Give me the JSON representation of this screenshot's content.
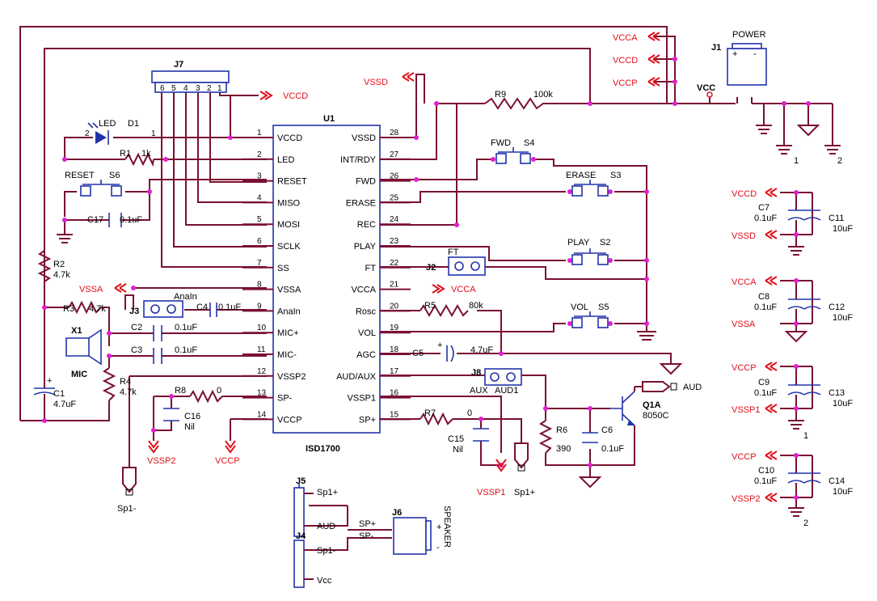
{
  "ic": {
    "ref": "U1",
    "part": "ISD1700",
    "left_pins": [
      {
        "num": "1",
        "name": "VCCD"
      },
      {
        "num": "2",
        "name": "LED"
      },
      {
        "num": "3",
        "name": "RESET"
      },
      {
        "num": "4",
        "name": "MISO"
      },
      {
        "num": "5",
        "name": "MOSI"
      },
      {
        "num": "6",
        "name": "SCLK"
      },
      {
        "num": "7",
        "name": "SS"
      },
      {
        "num": "8",
        "name": "VSSA"
      },
      {
        "num": "9",
        "name": "AnaIn"
      },
      {
        "num": "10",
        "name": "MIC+"
      },
      {
        "num": "11",
        "name": "MIC-"
      },
      {
        "num": "12",
        "name": "VSSP2"
      },
      {
        "num": "13",
        "name": "SP-"
      },
      {
        "num": "14",
        "name": "VCCP"
      }
    ],
    "right_pins": [
      {
        "num": "28",
        "name": "VSSD"
      },
      {
        "num": "27",
        "name": "INT/RDY"
      },
      {
        "num": "26",
        "name": "FWD"
      },
      {
        "num": "25",
        "name": "ERASE"
      },
      {
        "num": "24",
        "name": "REC"
      },
      {
        "num": "23",
        "name": "PLAY"
      },
      {
        "num": "22",
        "name": "FT"
      },
      {
        "num": "21",
        "name": "VCCA"
      },
      {
        "num": "20",
        "name": "Rosc"
      },
      {
        "num": "19",
        "name": "VOL"
      },
      {
        "num": "18",
        "name": "AGC"
      },
      {
        "num": "17",
        "name": "AUD/AUX"
      },
      {
        "num": "16",
        "name": "VSSP1"
      },
      {
        "num": "15",
        "name": "SP+"
      }
    ]
  },
  "labels": {
    "j7": "J7",
    "j7_pins": [
      "6",
      "5",
      "4",
      "3",
      "2",
      "1"
    ],
    "j1": "J1",
    "power": "POWER",
    "j1_plus": "+",
    "j1_minus": "-",
    "vcc": "VCC",
    "led": "LED",
    "d1": "D1",
    "r1": "R1",
    "r1_val": "1k",
    "reset": "RESET",
    "s6": "S6",
    "c17": "C17",
    "c17_val": "0.1uF",
    "r2": "R2",
    "r2_val": "4.7k",
    "r3": "R3",
    "r3_val": "4.7k",
    "x1": "X1",
    "mic": "MIC",
    "c1": "C1",
    "c1_val": "4.7uF",
    "r4": "R4",
    "r4_val": "4.7k",
    "j3": "J3",
    "anain": "AnaIn",
    "c4": "C4",
    "c4_val": "0.1uF",
    "c2": "C2",
    "c2_val": "0.1uF",
    "c3": "C3",
    "c3_val": "0.1uF",
    "r8": "R8",
    "r8_val": "0",
    "c16": "C16",
    "c16_val": "Nil",
    "sp1_minus": "Sp1-",
    "r9": "R9",
    "r9_val": "100k",
    "fwd": "FWD",
    "s4": "S4",
    "erase": "ERASE",
    "s3": "S3",
    "play": "PLAY",
    "s2": "S2",
    "ft": "FT",
    "j2": "J2",
    "vol": "VOL",
    "s5": "S5",
    "r5": "R5",
    "r5_val": "80k",
    "c5": "C5",
    "c5_val": "4.7uF",
    "j8": "J8",
    "aux": "AUX",
    "aud1": "AUD1",
    "q1a": "Q1A",
    "q1a_val": "8050C",
    "aud": "AUD",
    "r6": "R6",
    "r6_val": "390",
    "c6": "C6",
    "c6_val": "0.1uF",
    "r7": "R7",
    "r7_val": "0",
    "c15": "C15",
    "c15_val": "Nil",
    "sp1_plus": "Sp1+",
    "j5": "J5",
    "j4": "J4",
    "j6": "J6",
    "speaker": "SPEAKER",
    "spk_plus": "+",
    "spk_minus": "-",
    "j5_sp1p": "Sp1+",
    "j5_aud": "AUD",
    "j4_sp1m": "Sp1-",
    "j4_vcc": "Vcc",
    "sp_plus_net": "SP+",
    "sp_minus_net": "SP-",
    "c7": "C7",
    "c7_val": "0.1uF",
    "c11": "C11",
    "c11_val": "10uF",
    "c8": "C8",
    "c8_val": "0.1uF",
    "c12": "C12",
    "c12_val": "10uF",
    "c9": "C9",
    "c9_val": "0.1uF",
    "c13": "C13",
    "c13_val": "10uF",
    "c10": "C10",
    "c10_val": "0.1uF",
    "c14": "C14",
    "c14_val": "10uF",
    "gnd1": "1",
    "gnd2": "2"
  },
  "nets": {
    "vcca": "VCCA",
    "vccd": "VCCD",
    "vccp": "VCCP",
    "vssd": "VSSD",
    "vssa": "VSSA",
    "vssp1": "VSSP1",
    "vssp2": "VSSP2"
  },
  "colors": {
    "wire": "#7a1030",
    "component": "#2233aa",
    "net_label": "#e0101a",
    "junction": "#e020d0"
  }
}
